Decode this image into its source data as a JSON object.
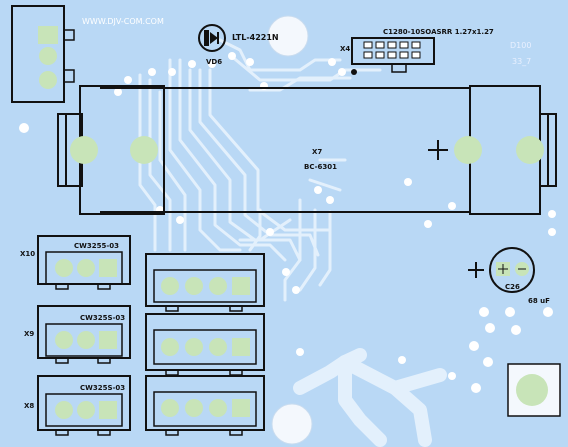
{
  "board": {
    "website": "WWW.DJV-COM.COM",
    "led_part": "LTL-4221N",
    "led_ref": "VD6",
    "connector_x4_ref": "X4",
    "connector_x4_part": "C1280-10SOASRR 1.27x1.27",
    "marker_top": "D100",
    "marker_bottom": "33_7",
    "battery_ref": "X7",
    "battery_part": "BC-6301",
    "capacitor_ref": "C26",
    "capacitor_value": "68 uF",
    "conn_x10_ref": "X10",
    "conn_x10_part": "CW3255-03",
    "conn_x9_ref": "X9",
    "conn_x9_part": "CW325S-03",
    "conn_x8_ref": "X8",
    "conn_x8_part": "CW325S-03"
  },
  "colors": {
    "board": "#b9d8f5",
    "copper_track": "#e3f0fc",
    "pad_green": "#c8e4b8",
    "outline": "#111111"
  }
}
